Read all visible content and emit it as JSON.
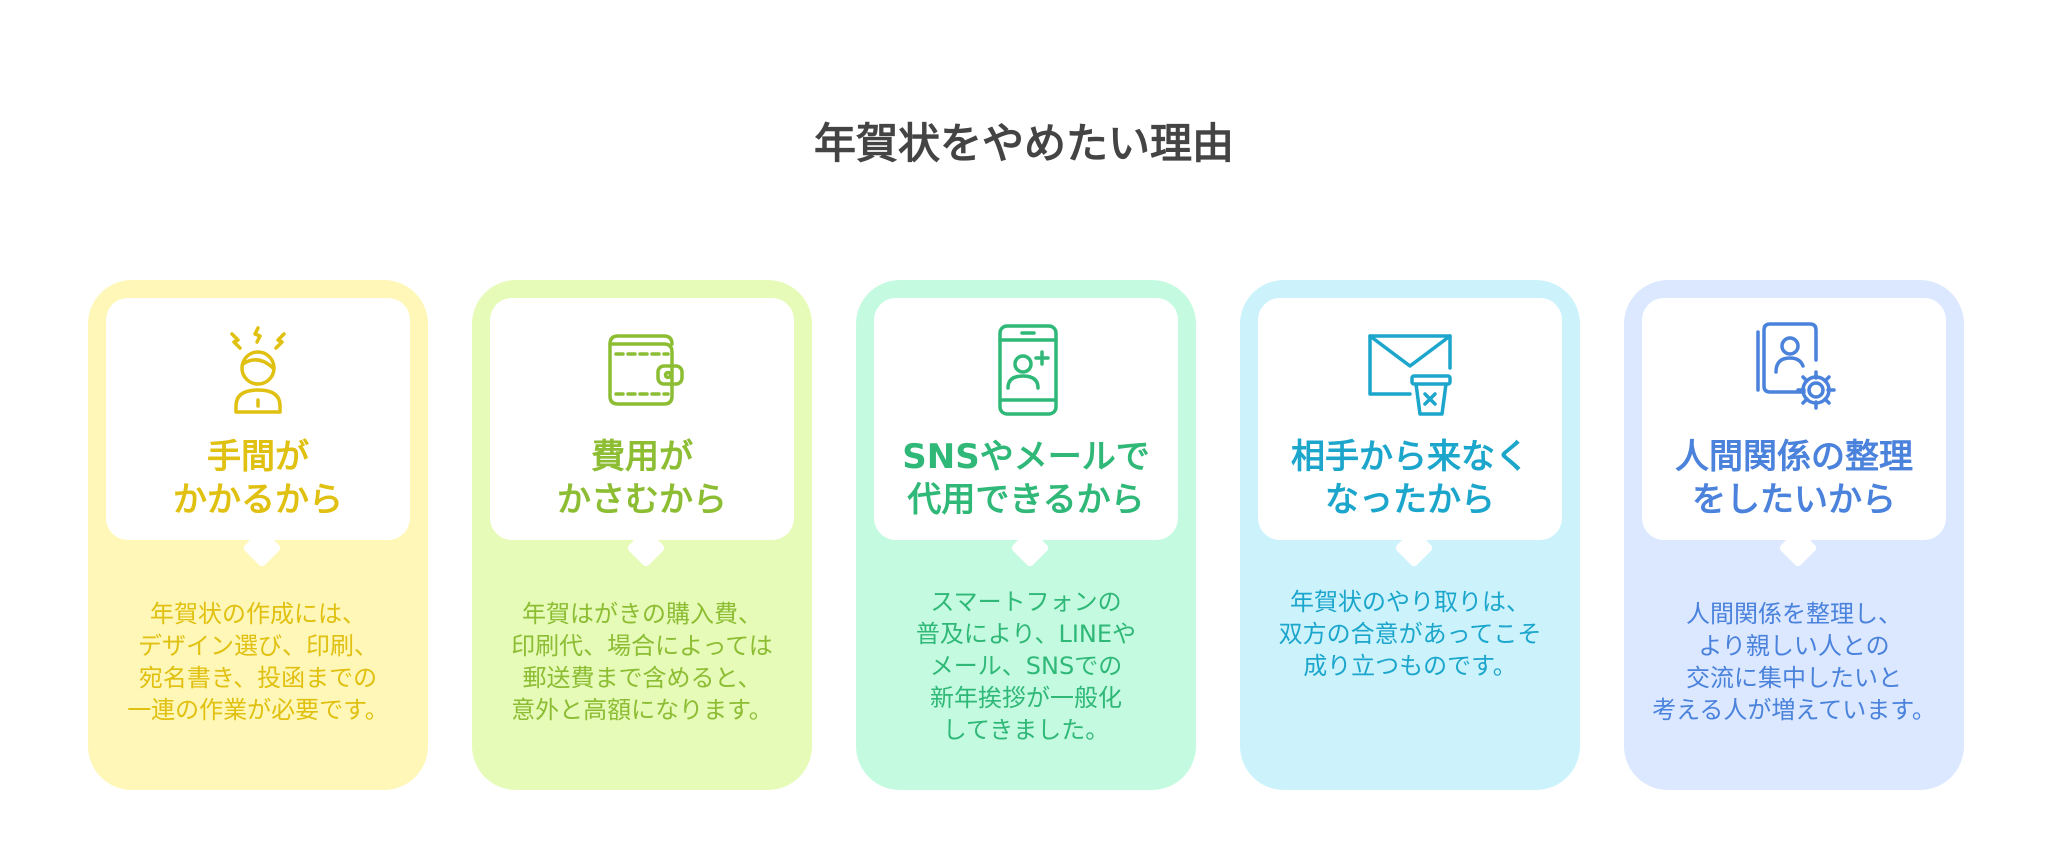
{
  "title": "年賀状をやめたい理由",
  "cards": [
    {
      "icon": "stressed-person-icon",
      "heading_line1": "手間が",
      "heading_line2": "かかるから",
      "desc": [
        "年賀状の作成には、",
        "デザイン選び、印刷、",
        "宛名書き、投函までの",
        "一連の作業が必要です。"
      ],
      "colors": {
        "bg": "#fff7b8",
        "accent": "#e0c010"
      }
    },
    {
      "icon": "wallet-icon",
      "heading_line1": "費用が",
      "heading_line2": "かさむから",
      "desc": [
        "年賀はがきの購入費、",
        "印刷代、場合によっては",
        "郵送費まで含めると、",
        "意外と高額になります。"
      ],
      "colors": {
        "bg": "#e7fbb8",
        "accent": "#8cbd33"
      }
    },
    {
      "icon": "smartphone-contact-icon",
      "heading_line1": "SNSやメールで",
      "heading_line2": "代用できるから",
      "desc": [
        "スマートフォンの",
        "普及により、LINEや",
        "メール、SNSでの",
        "新年挨拶が一般化",
        "してきました。"
      ],
      "colors": {
        "bg": "#c4fbe0",
        "accent": "#2fb877"
      }
    },
    {
      "icon": "mail-cancel-icon",
      "heading_line1": "相手から来なく",
      "heading_line2": "なったから",
      "desc": [
        "年賀状のやり取りは、",
        "双方の合意があってこそ",
        "成り立つものです。"
      ],
      "colors": {
        "bg": "#ccf3fc",
        "accent": "#1ca6cc"
      }
    },
    {
      "icon": "contact-settings-icon",
      "heading_line1": "人間関係の整理",
      "heading_line2": "をしたいから",
      "desc": [
        "人間関係を整理し、",
        "より親しい人との",
        "交流に集中したいと",
        "考える人が増えています。"
      ],
      "colors": {
        "bg": "#dbe8ff",
        "accent": "#4a82dc"
      }
    }
  ]
}
